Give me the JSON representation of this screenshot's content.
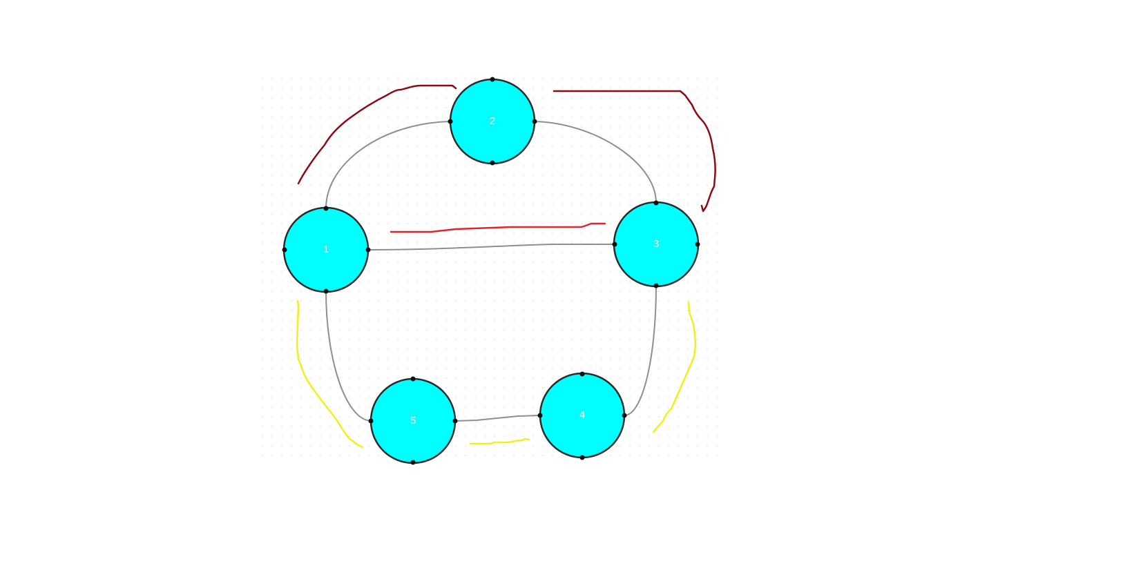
{
  "colors": {
    "node_fill": "#00FFFF",
    "node_stroke": "#2b2b2b",
    "edge": "#8e8e8e",
    "handle": "#111111",
    "stroke_dark_red": "#8B0A14",
    "stroke_red": "#E0242C",
    "stroke_yellow": "#F2EF1C",
    "grid_dot": "#dcdcdc"
  },
  "nodes": [
    {
      "id": "1",
      "label": "1"
    },
    {
      "id": "2",
      "label": "2"
    },
    {
      "id": "3",
      "label": "3"
    },
    {
      "id": "4",
      "label": "4"
    },
    {
      "id": "5",
      "label": "5"
    }
  ],
  "edges": [
    {
      "from": "1",
      "to": "2"
    },
    {
      "from": "2",
      "to": "3"
    },
    {
      "from": "1",
      "to": "3"
    },
    {
      "from": "1",
      "to": "5"
    },
    {
      "from": "3",
      "to": "4"
    },
    {
      "from": "5",
      "to": "4"
    }
  ],
  "annotations": [
    {
      "id": "freehand-arrow-1-2",
      "color": "dark_red"
    },
    {
      "id": "freehand-arrow-2-3",
      "color": "dark_red"
    },
    {
      "id": "freehand-line-1-3",
      "color": "red"
    },
    {
      "id": "freehand-line-1-5",
      "color": "yellow"
    },
    {
      "id": "freehand-line-5-4",
      "color": "yellow"
    },
    {
      "id": "freehand-line-4-3",
      "color": "yellow"
    }
  ]
}
